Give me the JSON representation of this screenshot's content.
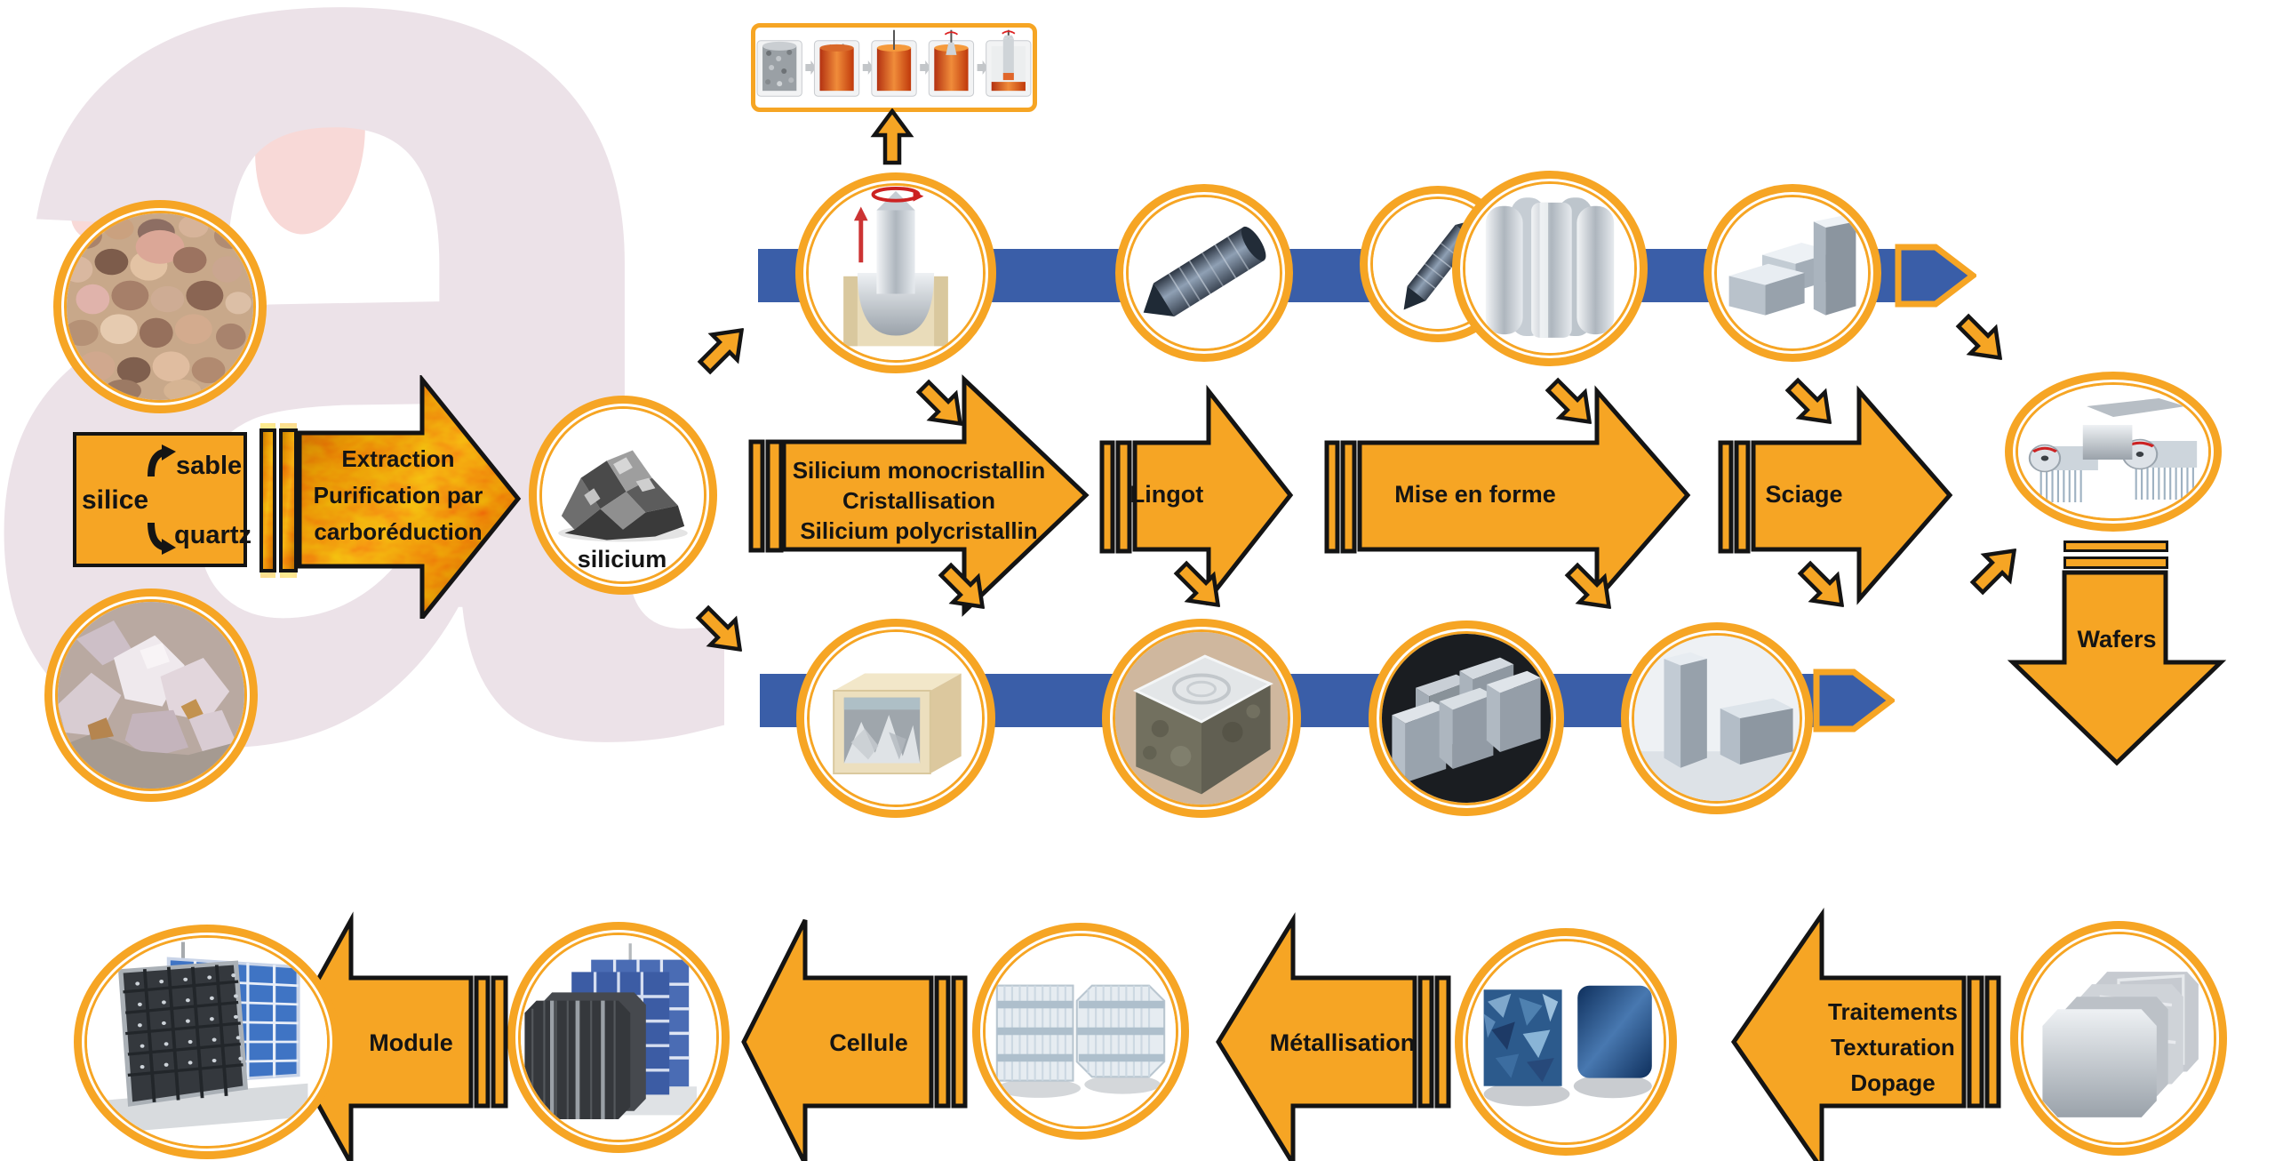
{
  "background": {
    "watermark_letter": "a"
  },
  "colors": {
    "accent_orange": "#F6A524",
    "ribbon_blue": "#3A5EA8",
    "outline_black": "#141414",
    "fire_orange": "#D9610A",
    "watermark_pink": "#F8D9D7",
    "watermark_mauve": "#ECE2E8"
  },
  "silice_box": {
    "label": "silice",
    "top_item": "sable",
    "bottom_item": "quartz"
  },
  "nodes": {
    "silicium_label": "silicium"
  },
  "steps": {
    "extraction": {
      "lines": [
        "Extraction",
        "Purification par",
        "carboréduction"
      ]
    },
    "cristallisation": {
      "lines": [
        "Silicium monocristallin",
        "Cristallisation",
        "Silicium polycristallin"
      ]
    },
    "lingot": {
      "label": "Lingot"
    },
    "mise_en_forme": {
      "label": "Mise en forme"
    },
    "sciage": {
      "label": "Sciage"
    },
    "wafers": {
      "label": "Wafers"
    },
    "traitements": {
      "lines": [
        "Traitements",
        "Texturation",
        "Dopage"
      ]
    },
    "metallisation": {
      "label": "Métallisation"
    },
    "cellule": {
      "label": "Cellule"
    },
    "module": {
      "label": "Module"
    }
  },
  "illustrations": [
    "sand-grains",
    "quartz-rocks",
    "silicium-chunks",
    "czochralski-stages-banner",
    "crystal-puller",
    "mono-ingot",
    "small-ingot",
    "squared-ingots",
    "silicon-bricks",
    "casting-crucible",
    "cast-ingot",
    "cut-blocks",
    "silicon-blocks",
    "wire-saw",
    "wafer-stack",
    "blue-cells",
    "metallized-cells",
    "cell-stack",
    "solar-modules"
  ]
}
